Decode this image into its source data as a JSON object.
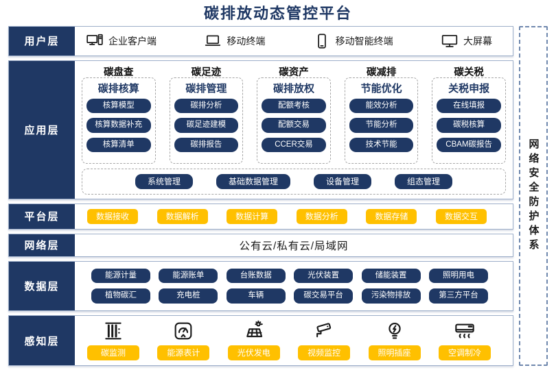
{
  "title": "碳排放动态管控平台",
  "security_bar": "网络安全防护体系",
  "colors": {
    "navy": "#1F3864",
    "yellow": "#FFC000",
    "title": "#1F3864",
    "section_border": "#9DAEC9"
  },
  "layers": {
    "user": {
      "label": "用户层",
      "items": [
        {
          "icon": "desktop-pc-icon",
          "label": "企业客户端"
        },
        {
          "icon": "laptop-icon",
          "label": "移动终端"
        },
        {
          "icon": "smartphone-icon",
          "label": "移动智能终端"
        },
        {
          "icon": "big-screen-icon",
          "label": "大屏幕"
        }
      ]
    },
    "application": {
      "label": "应用层",
      "columns": [
        {
          "header": "碳盘查",
          "subheader": "碳排核算",
          "items": [
            "核算模型",
            "核算数据补充",
            "核算清单"
          ]
        },
        {
          "header": "碳足迹",
          "subheader": "碳排管理",
          "items": [
            "碳排分析",
            "碳足迹建模",
            "碳排报告"
          ]
        },
        {
          "header": "碳资产",
          "subheader": "碳排放权",
          "items": [
            "配额考核",
            "配额交易",
            "CCER交易"
          ]
        },
        {
          "header": "碳减排",
          "subheader": "节能优化",
          "items": [
            "能效分析",
            "节能分析",
            "技术节能"
          ]
        },
        {
          "header": "碳关税",
          "subheader": "关税申报",
          "items": [
            "在线填报",
            "碳税核算",
            "CBAM碳报告"
          ]
        }
      ],
      "management_items": [
        "系统管理",
        "基础数据管理",
        "设备管理",
        "组态管理"
      ]
    },
    "platform": {
      "label": "平台层",
      "items": [
        "数据接收",
        "数据解析",
        "数据计算",
        "数据分析",
        "数据存储",
        "数据交互"
      ]
    },
    "network": {
      "label": "网络层",
      "content": "公有云/私有云/局域网"
    },
    "data": {
      "label": "数据层",
      "rows": [
        [
          "能源计量",
          "能源账单",
          "台账数据",
          "光伏装置",
          "储能装置",
          "照明用电"
        ],
        [
          "植物碳汇",
          "充电桩",
          "车辆",
          "碳交易平台",
          "污染物排放",
          "第三方平台"
        ]
      ]
    },
    "perception": {
      "label": "感知层",
      "items": [
        {
          "icon": "carbon-monitor-icon",
          "label": "碳监测"
        },
        {
          "icon": "energy-meter-icon",
          "label": "能源表计"
        },
        {
          "icon": "solar-panel-icon",
          "label": "光伏发电"
        },
        {
          "icon": "cctv-camera-icon",
          "label": "视频监控"
        },
        {
          "icon": "light-bulb-icon",
          "label": "照明插座"
        },
        {
          "icon": "air-conditioner-icon",
          "label": "空调制冷"
        }
      ]
    }
  }
}
